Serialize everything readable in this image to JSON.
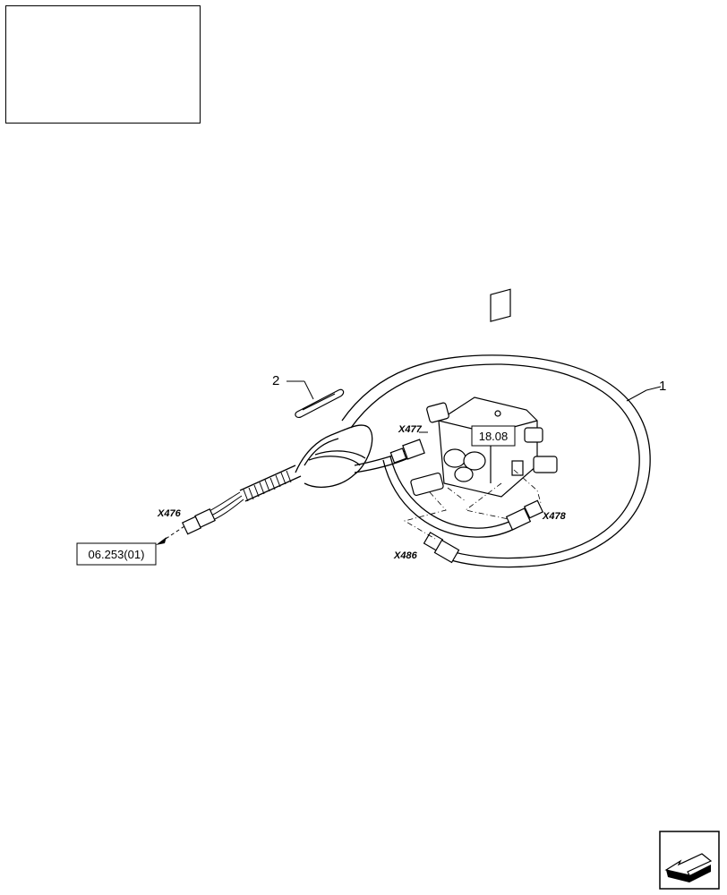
{
  "title_block": {},
  "callouts": {
    "item_1": "1",
    "item_2": "2"
  },
  "connectors": {
    "x476": "X476",
    "x477": "X477",
    "x478": "X478",
    "x486": "X486"
  },
  "references": {
    "ref_harness": "06.253(01)",
    "ref_valve": "18.08"
  },
  "navigation": {
    "icon": "arrow-left-icon"
  }
}
